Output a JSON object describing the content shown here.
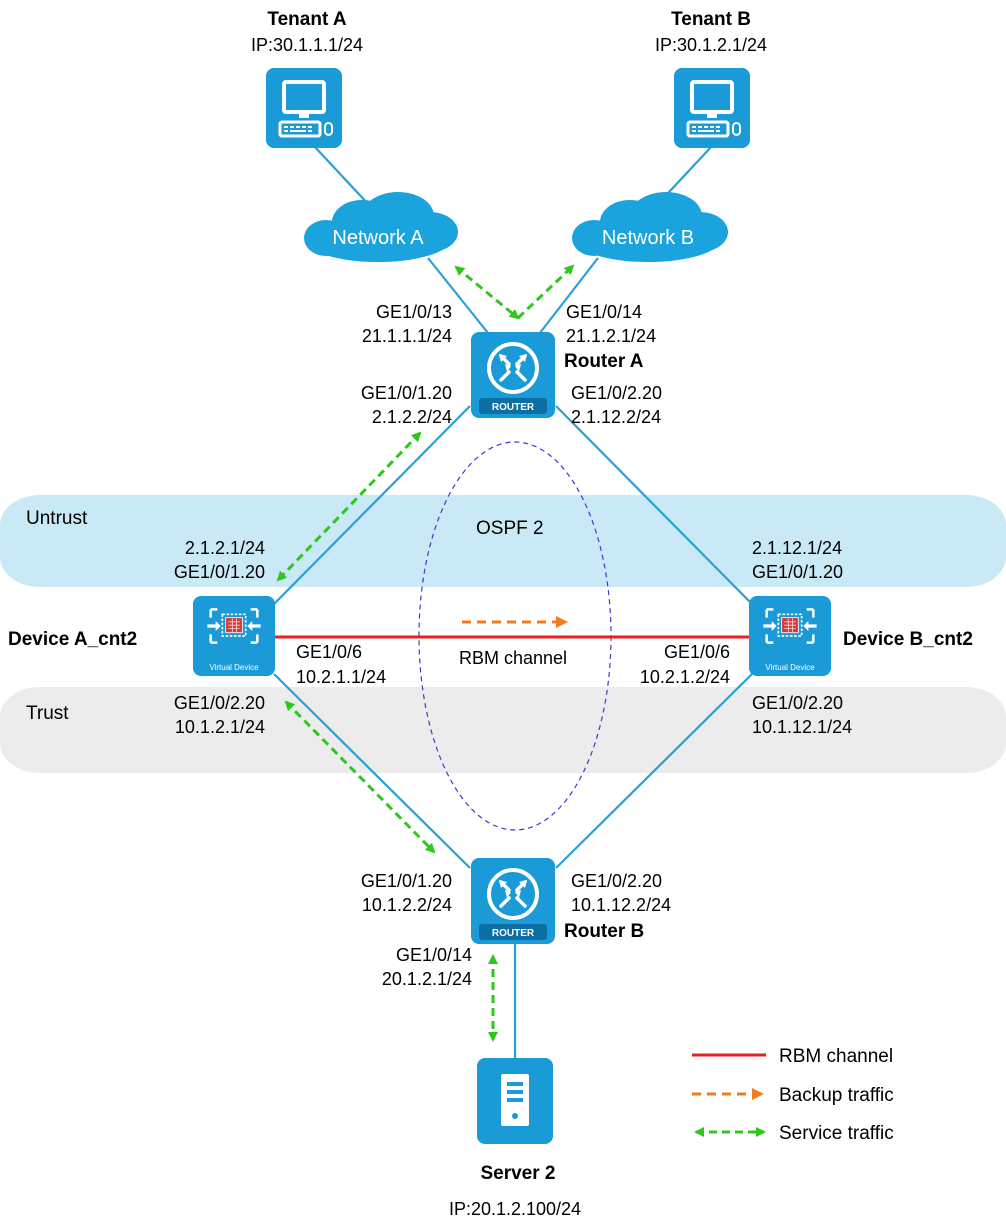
{
  "zones": {
    "untrust": "Untrust",
    "trust": "Trust",
    "ospf": "OSPF 2"
  },
  "tenant_a": {
    "name": "Tenant A",
    "ip": "IP:30.1.1.1/24"
  },
  "tenant_b": {
    "name": "Tenant B",
    "ip": "IP:30.1.2.1/24"
  },
  "network_a": "Network A",
  "network_b": "Network B",
  "router_a": {
    "name": "Router A",
    "badge": "ROUTER",
    "if_left_top": [
      "GE1/0/13",
      "21.1.1.1/24"
    ],
    "if_right_top": [
      "GE1/0/14",
      "21.1.2.1/24"
    ],
    "if_left_bottom": [
      "GE1/0/1.20",
      "2.1.2.2/24"
    ],
    "if_right_bottom": [
      "GE1/0/2.20",
      "2.1.12.2/24"
    ]
  },
  "device_a": {
    "name": "Device A_cnt2",
    "badge": "Virtual Device",
    "if_up": [
      "2.1.2.1/24",
      "GE1/0/1.20"
    ],
    "if_rbm": [
      "GE1/0/6",
      "10.2.1.1/24"
    ],
    "if_down": [
      "GE1/0/2.20",
      "10.1.2.1/24"
    ]
  },
  "device_b": {
    "name": "Device B_cnt2",
    "badge": "Virtual Device",
    "if_up": [
      "2.1.12.1/24",
      "GE1/0/1.20"
    ],
    "if_rbm": [
      "GE1/0/6",
      "10.2.1.2/24"
    ],
    "if_down": [
      "GE1/0/2.20",
      "10.1.12.1/24"
    ]
  },
  "rbm_label": "RBM channel",
  "router_b": {
    "name": "Router B",
    "badge": "ROUTER",
    "if_left": [
      "GE1/0/1.20",
      "10.1.2.2/24"
    ],
    "if_right": [
      "GE1/0/2.20",
      "10.1.12.2/24"
    ],
    "if_down": [
      "GE1/0/14",
      "20.1.2.1/24"
    ]
  },
  "server": {
    "name": "Server 2",
    "ip": "IP:20.1.2.100/24"
  },
  "legend": {
    "rbm": "RBM channel",
    "backup": "Backup traffic",
    "service": "Service traffic"
  },
  "colors": {
    "device_blue": "#1a9ad6",
    "link_blue": "#2a9fd6",
    "cloud_blue": "#1aa3dc",
    "untrust_band": "#c9e9f6",
    "trust_band": "#ececec",
    "rbm_red": "#e8201e",
    "backup_orange": "#f47a20",
    "service_green": "#2ec81c",
    "ospf_dash": "#3a3ad0"
  }
}
